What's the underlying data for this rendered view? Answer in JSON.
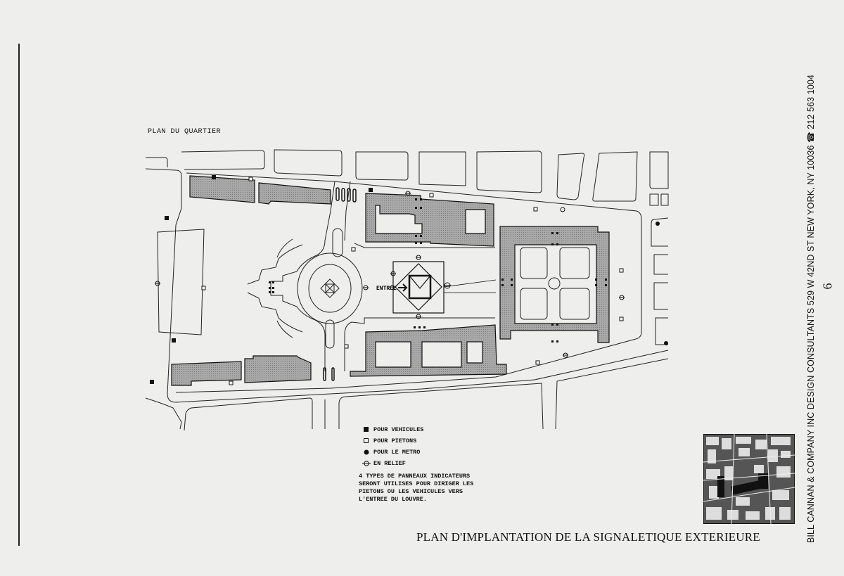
{
  "plan_label": "PLAN DU QUARTIER",
  "entrance_label": "ENTRÉE",
  "legend": [
    {
      "icon": "filled-square-icon",
      "label": "POUR VEHICULES"
    },
    {
      "icon": "open-square-icon",
      "label": "POUR PIETONS"
    },
    {
      "icon": "filled-circle-icon",
      "label": "POUR LE METRO"
    },
    {
      "icon": "crossed-circle-icon",
      "label": "EN RELIEF"
    }
  ],
  "note": "4 TYPES DE PANNEAUX INDICATEURS SERONT UTILISES POUR DIRIGER LES PIETONS OU LES VEHICULES VERS L'ENTREE DU LOUVRE.",
  "title": "PLAN D'IMPLANTATION DE LA SIGNALETIQUE EXTERIEURE",
  "side_credit": "BILL CANNAN & COMPANY INC  DESIGN CONSULTANTS  529 W 42ND ST  NEW YORK, NY 10036 ☎ 212 563 1004",
  "page_number": "6",
  "colors": {
    "building_fill": "#9a9a9a",
    "ink": "#111111",
    "paper": "#eeeeec"
  }
}
